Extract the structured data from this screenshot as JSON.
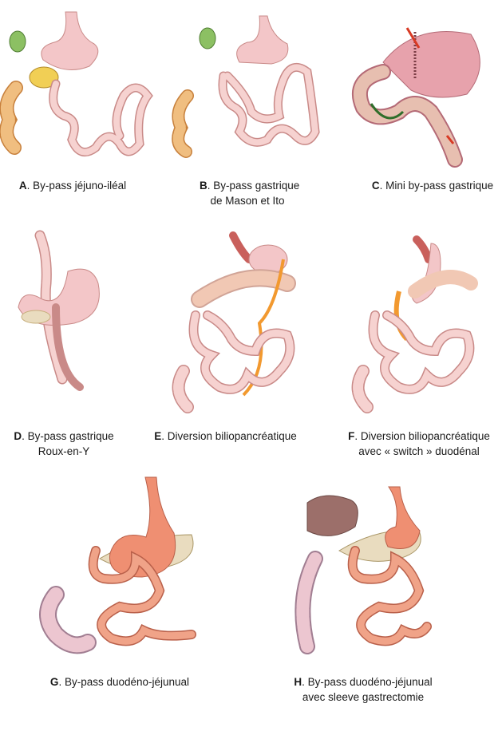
{
  "figure_title": "",
  "panels": [
    {
      "letter": "A",
      "caption": [
        "By-pass jéjuno-iléal"
      ]
    },
    {
      "letter": "B",
      "caption": [
        "By-pass gastrique",
        "de Mason et Ito"
      ]
    },
    {
      "letter": "C",
      "caption": [
        "Mini by-pass gastrique"
      ]
    },
    {
      "letter": "D",
      "caption": [
        "By-pass gastrique",
        "Roux-en-Y"
      ]
    },
    {
      "letter": "E",
      "caption": [
        "Diversion biliopancréatique"
      ]
    },
    {
      "letter": "F",
      "caption": [
        "Diversion biliopancréatique",
        "avec « switch » duodénal"
      ]
    },
    {
      "letter": "G",
      "caption": [
        "By-pass duodéno-jéjunual"
      ]
    },
    {
      "letter": "H",
      "caption": [
        "By-pass duodéno-jéjunual",
        "avec sleeve gastrectomie"
      ]
    }
  ],
  "colors": {
    "intestine_light": "#f6d2d0",
    "intestine_stroke": "#c98a88",
    "intestine_salmon": "#f0a388",
    "salmon_stroke": "#b9604a",
    "stomach_light": "#f3c6c8",
    "stomach_salmon": "#ef8f72",
    "pancreas": "#e9dcbf",
    "colon_orange": "#efb878",
    "gallbladder": "#8cc063",
    "liver": "#9c6f6a",
    "bile_orange": "#f2992f",
    "flow_arrow": "#2f6e2a",
    "food_arrow": "#d83a24"
  }
}
